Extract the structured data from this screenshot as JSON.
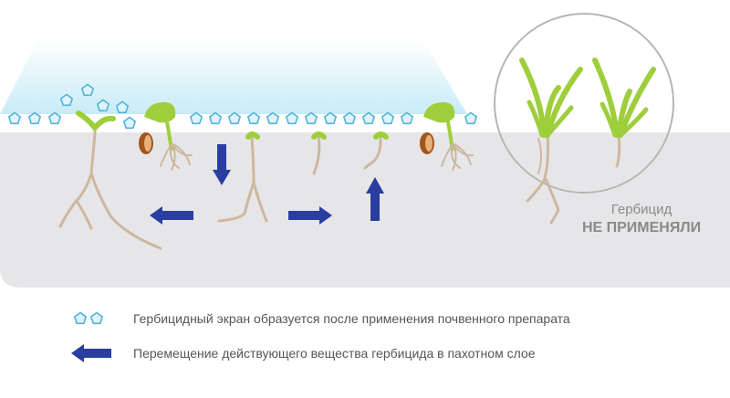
{
  "labels": {
    "herbicide": "Гербицид",
    "not_applied": "НЕ ПРИМЕНЯЛИ"
  },
  "legend": {
    "screen_text": "Гербицидный экран образуется после применения почвенного препарата",
    "movement_text": "Перемещение действующего вещества гербицида в пахотном слое"
  },
  "colors": {
    "soil": "#e6e6e9",
    "screen_glow": "#c9ecf7",
    "star_fill": "#dff4fb",
    "star_stroke": "#4fb3da",
    "arrow": "#2a3ea0",
    "leaf": "#9fce3c",
    "root": "#cdb79e",
    "seed": "#a0561c",
    "circle": "#b5b5b5"
  },
  "icons": {
    "screen": "pentagon-star-icon",
    "movement": "arrow-left-icon"
  }
}
